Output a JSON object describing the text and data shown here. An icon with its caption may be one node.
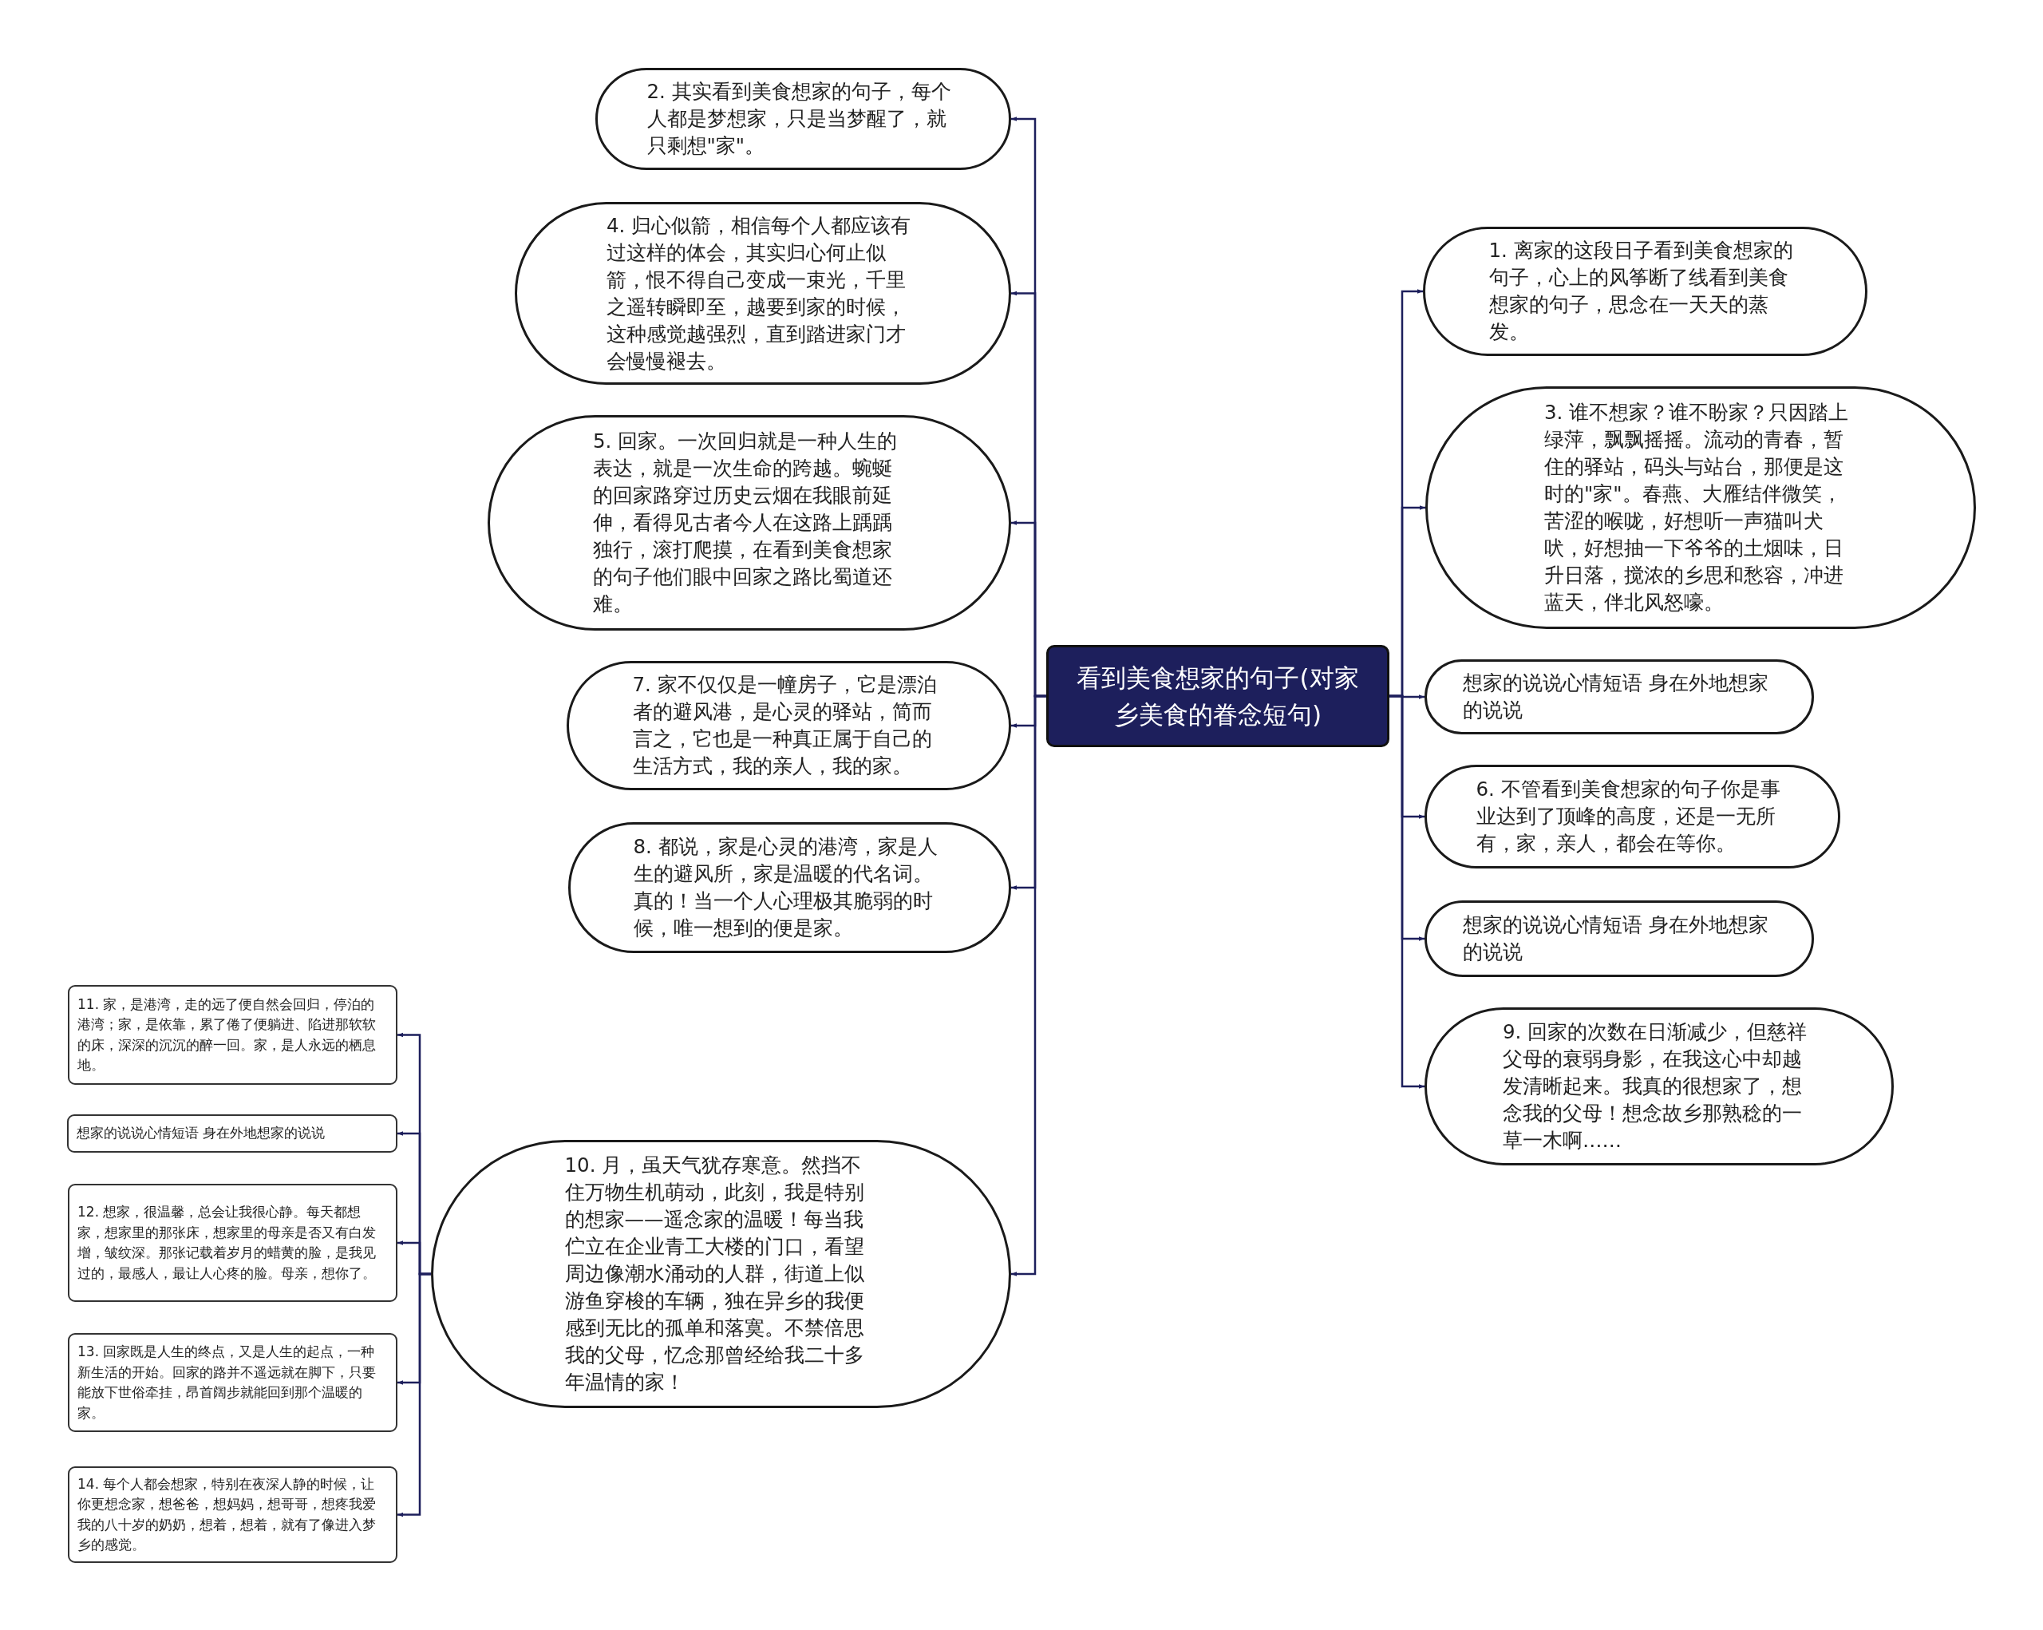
{
  "diagram": {
    "nodes": [
      {
        "text": [
          "看到美食想家的句子(对家乡美食的眷念短句)"
        ]
      },
      {
        "text": [
          "2. 其实看到美食想家的句子，每个人都是梦想家，只是当梦醒了，就只剩想\"家\"。"
        ]
      },
      {
        "text": [
          "4. 归心似箭，相信每个人都应该有过这样的体会，其实归心何止似箭，恨不得自己变成一束光，千里之遥转瞬即至，越要到家的时候，这种感觉越强烈，直到踏进家门才会慢慢褪去。"
        ]
      },
      {
        "text": [
          "5. 回家。一次回归就是一种人生的表达，就是一次生命的跨越。蜿蜒的回家路穿过历史云烟在我眼前延伸，看得见古者今人在这路上踽踽独行，滚打爬摸，在看到美食想家的句子他们眼中回家之路比蜀道还难。"
        ]
      },
      {
        "text": [
          "7. 家不仅仅是一幢房子，它是漂泊者的避风港，是心灵的驿站，简而言之，它也是一种真正属于自己的生活方式，我的亲人，我的家。"
        ]
      },
      {
        "text": [
          "8. 都说，家是心灵的港湾，家是人生的避风所，家是温暖的代名词。真的！当一个人心理极其脆弱的时候，唯一想到的便是家。"
        ]
      },
      {
        "text": [
          "10. 月，虽天气犹存寒意。然挡不住万物生机萌动，此刻，我是特别的想家——遥念家的温暖！每当我伫立在企业青工大楼的门口，看望周边像潮水涌动的人群，街道上似游鱼穿梭的车辆，独在异乡的我便感到无比的孤单和落寞。不禁倍思我的父母，忆念那曾经给我二十多年温情的家！"
        ]
      },
      {
        "text": [
          "11. 家，是港湾，走的远了便自然会回归，停泊的港湾；家，是依靠，累了倦了便躺进、陷进那软软的床，深深的沉沉的醉一回。家，是人永远的栖息地。"
        ]
      },
      {
        "text": [
          "想家的说说心情短语 身在外地想家的说说"
        ]
      },
      {
        "text": [
          "12. 想家，很温馨，总会让我很心静。每天都想家，想家里的那张床，想家里的母亲是否又有白发增，皱纹深。那张记载着岁月的蜡黄的脸，是我见过的，最感人，最让人心疼的脸。母亲，想你了。"
        ]
      },
      {
        "text": [
          "13. 回家既是人生的终点，又是人生的起点，一种新生活的开始。回家的路并不遥远就在脚下，只要能放下世俗牵挂，昂首阔步就能回到那个温暖的家。"
        ]
      },
      {
        "text": [
          "14. 每个人都会想家，特别在夜深人静的时候，让你更想念家，想爸爸，想妈妈，想哥哥，想疼我爱我的八十岁的奶奶，想着，想着，就有了像进入梦乡的感觉。"
        ]
      },
      {
        "text": [
          "1. 离家的这段日子看到美食想家的句子，心上的风筝断了线看到美食想家的句子，思念在一天天的蒸发。"
        ]
      },
      {
        "text": [
          "3. 谁不想家？谁不盼家？只因踏上绿萍，飘飘摇摇。流动的青春，暂住的驿站，码头与站台，那便是这时的\"家\"。春燕、大雁结伴微笑，苦涩的喉咙，好想听一声猫叫犬吠，好想抽一下爷爷的土烟味，日升日落，搅浓的乡思和愁容，冲进蓝天，伴北风怒嚎。"
        ]
      },
      {
        "text": [
          "想家的说说心情短语 身在外地想家的说说"
        ]
      },
      {
        "text": [
          "6. 不管看到美食想家的句子你是事业达到了顶峰的高度，还是一无所有，家，亲人，都会在等你。"
        ]
      },
      {
        "text": [
          "想家的说说心情短语 身在外地想家的说说"
        ]
      },
      {
        "text": [
          "9. 回家的次数在日渐减少，但慈祥父母的衰弱身影，在我这心中却越发清晰起来。我真的很想家了，想念我的父母！想念故乡那熟稔的一草一木啊……"
        ]
      }
    ],
    "edges": [
      {
        "from": 0,
        "to": 1,
        "arrow": "to"
      },
      {
        "from": 0,
        "to": 2,
        "arrow": "to"
      },
      {
        "from": 0,
        "to": 3,
        "arrow": "to"
      },
      {
        "from": 0,
        "to": 4,
        "arrow": "to"
      },
      {
        "from": 0,
        "to": 5,
        "arrow": "to"
      },
      {
        "from": 0,
        "to": 6,
        "arrow": "to"
      },
      {
        "from": 6,
        "to": 7,
        "arrow": "to"
      },
      {
        "from": 6,
        "to": 8,
        "arrow": "to"
      },
      {
        "from": 6,
        "to": 9,
        "arrow": "to"
      },
      {
        "from": 6,
        "to": 10,
        "arrow": "to"
      },
      {
        "from": 6,
        "to": 11,
        "arrow": "to"
      },
      {
        "from": 0,
        "to": 12,
        "arrow": "to"
      },
      {
        "from": 0,
        "to": 13,
        "arrow": "to"
      },
      {
        "from": 0,
        "to": 14,
        "arrow": "to"
      },
      {
        "from": 0,
        "to": 15,
        "arrow": "to"
      },
      {
        "from": 0,
        "to": 16,
        "arrow": "to"
      },
      {
        "from": 0,
        "to": 17,
        "arrow": "to"
      }
    ]
  }
}
